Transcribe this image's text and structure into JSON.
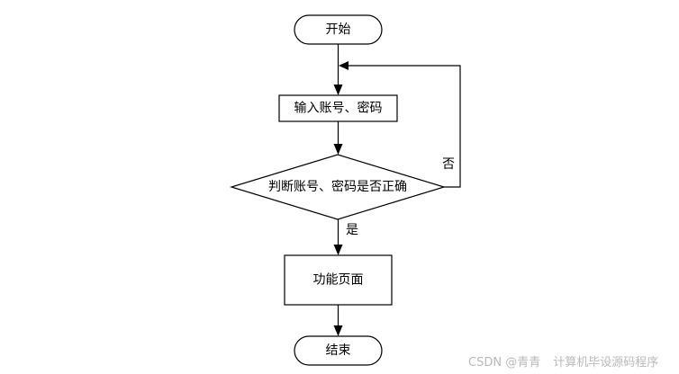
{
  "nodes": {
    "start": "开始",
    "input": "输入账号、密码",
    "decision": "判断账号、密码是否正确",
    "function_page": "功能页面",
    "end": "结束"
  },
  "edges": {
    "yes_label": "是",
    "no_label": "否"
  },
  "watermark": {
    "source": "CSDN @青青",
    "author": "计算机毕设源码程序"
  },
  "colors": {
    "stroke": "#000000",
    "fill": "#ffffff",
    "watermark": "#b9b9b9"
  }
}
